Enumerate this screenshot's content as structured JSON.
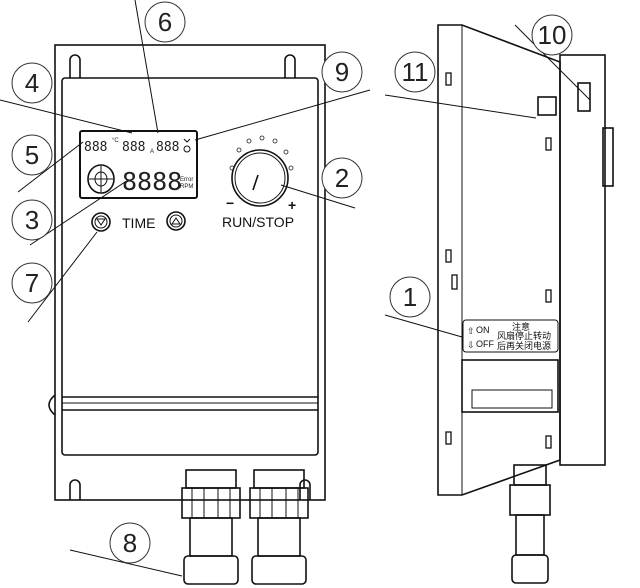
{
  "callouts": [
    "1",
    "2",
    "3",
    "4",
    "5",
    "6",
    "7",
    "8",
    "9",
    "10",
    "11"
  ],
  "front_panel": {
    "display": {
      "temp_digits": "888",
      "temp_unit": "°C",
      "current_digits": "888",
      "current_unit": "A",
      "timer_digits": "888",
      "main_digits": "8888",
      "error_label": "Error",
      "rpm_label": "RPM"
    },
    "time_label": "TIME",
    "knob_label": "RUN/STOP",
    "minus": "−",
    "plus": "+"
  },
  "side_label": {
    "on": "ON",
    "off": "OFF",
    "title": "注意",
    "line1": "风扇停止转动",
    "line2": "后再关闭电源"
  }
}
